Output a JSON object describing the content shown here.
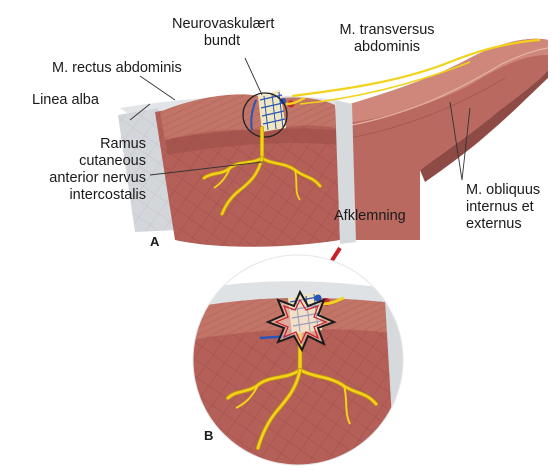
{
  "labels": {
    "neurovascular_line1": "Neurovaskulært",
    "neurovascular_line2": "bundt",
    "transversus_line1": "M. transversus",
    "transversus_line2": "abdominis",
    "rectus": "M. rectus abdominis",
    "linea_alba": "Linea alba",
    "ramus_line1": "Ramus",
    "ramus_line2": "cutaneous",
    "ramus_line3": "anterior nervus",
    "ramus_line4": "intercostalis",
    "obliquus_line1": "M. obliquus",
    "obliquus_line2": "internus et",
    "obliquus_line3": "externus",
    "afklemning": "Afklemning",
    "panel_a": "A",
    "panel_b": "B"
  },
  "colors": {
    "muscle": "#b86a62",
    "muscle_light": "#cf8a80",
    "muscle_dark": "#8e4a44",
    "fascia": "#d9dde0",
    "nerve": "#f2d21a",
    "nerve_outline": "#c7a100",
    "artery": "#c42a2a",
    "vein": "#2a55b8",
    "arrow": "#c91f26"
  }
}
